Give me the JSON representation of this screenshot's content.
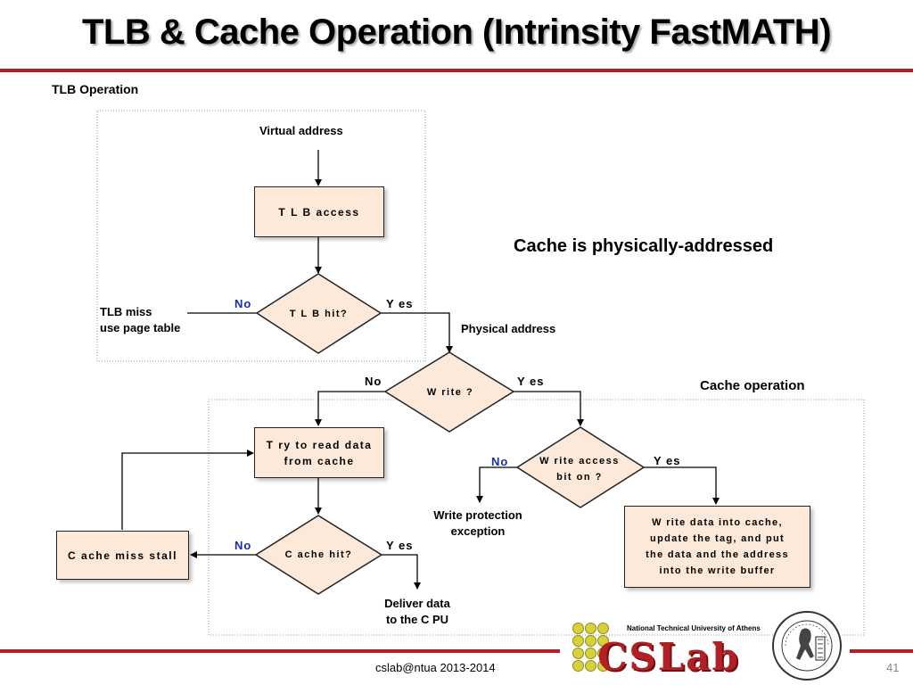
{
  "slide": {
    "title": "TLB & Cache Operation (Intrinsity FastMATH)",
    "section_label": "TLB Operation",
    "note_physical": "Cache is physically-addressed",
    "note_cache_operation": "Cache operation",
    "footer": "cslab@ntua 2013-2014",
    "page_number": "41"
  },
  "diagram": {
    "virtual_address": "Virtual address",
    "tlb_access": "T L B  access",
    "tlb_hit": "T L B  hit?",
    "tlb_miss_line1": "TLB miss",
    "tlb_miss_line2": "use page table",
    "physical_address": "Physical address",
    "write_q": "W rite ?",
    "try_read_line1": "T ry  to  read  data",
    "try_read_line2": "from  cache",
    "write_access_line1": "W rite  access",
    "write_access_line2": "bit  on ?",
    "write_protection_line1": "Write protection",
    "write_protection_line2": "exception",
    "write_data_line1": "W rite  data  into  cache,",
    "write_data_line2": "update  the  tag,  and  put",
    "write_data_line3": "the  data  and  the  address",
    "write_data_line4": "into  the  write  buffer",
    "cache_hit": "C ache  hit?",
    "cache_miss_stall": "C ache  miss  stall",
    "deliver_line1": "Deliver data",
    "deliver_line2": "to the C PU",
    "labels": {
      "no": "No",
      "yes": "Y es"
    }
  },
  "logo": {
    "org_name": "National Technical University of Athens",
    "brand": "CSLab"
  },
  "colors": {
    "accent_red": "#b21f24",
    "box_fill": "#fce9d9",
    "no_blue": "#1a2ea8"
  }
}
